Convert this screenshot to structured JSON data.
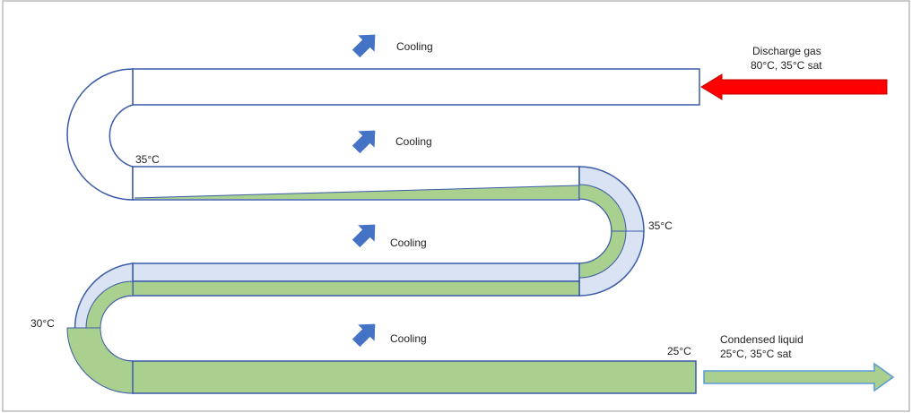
{
  "labels": {
    "cooling_1": "Cooling",
    "cooling_2": "Cooling",
    "cooling_3": "Cooling",
    "cooling_4": "Cooling",
    "discharge_line1": "Discharge gas",
    "discharge_line2": "80°C, 35°C sat",
    "temp_top_left": "35°C",
    "temp_right": "35°C",
    "temp_left": "30°C",
    "temp_outlet": "25°C",
    "condensed_line1": "Condensed liquid",
    "condensed_line2": "25°C, 35°C sat"
  },
  "colors": {
    "tube_outline": "#3b5ba8",
    "vapor": "#ffffff",
    "mixed_vapor": "#dae3f3",
    "liquid": "#a9d08e",
    "cooling_arrow": "#4472c4",
    "discharge_arrow": "#ff0000",
    "discharge_arrow_outline": "#c00000",
    "liquid_arrow_outline": "#5b9bd5"
  },
  "icons": {
    "cooling": "arrow-up-right-icon",
    "inlet": "arrow-left-icon",
    "outlet": "arrow-right-icon"
  }
}
